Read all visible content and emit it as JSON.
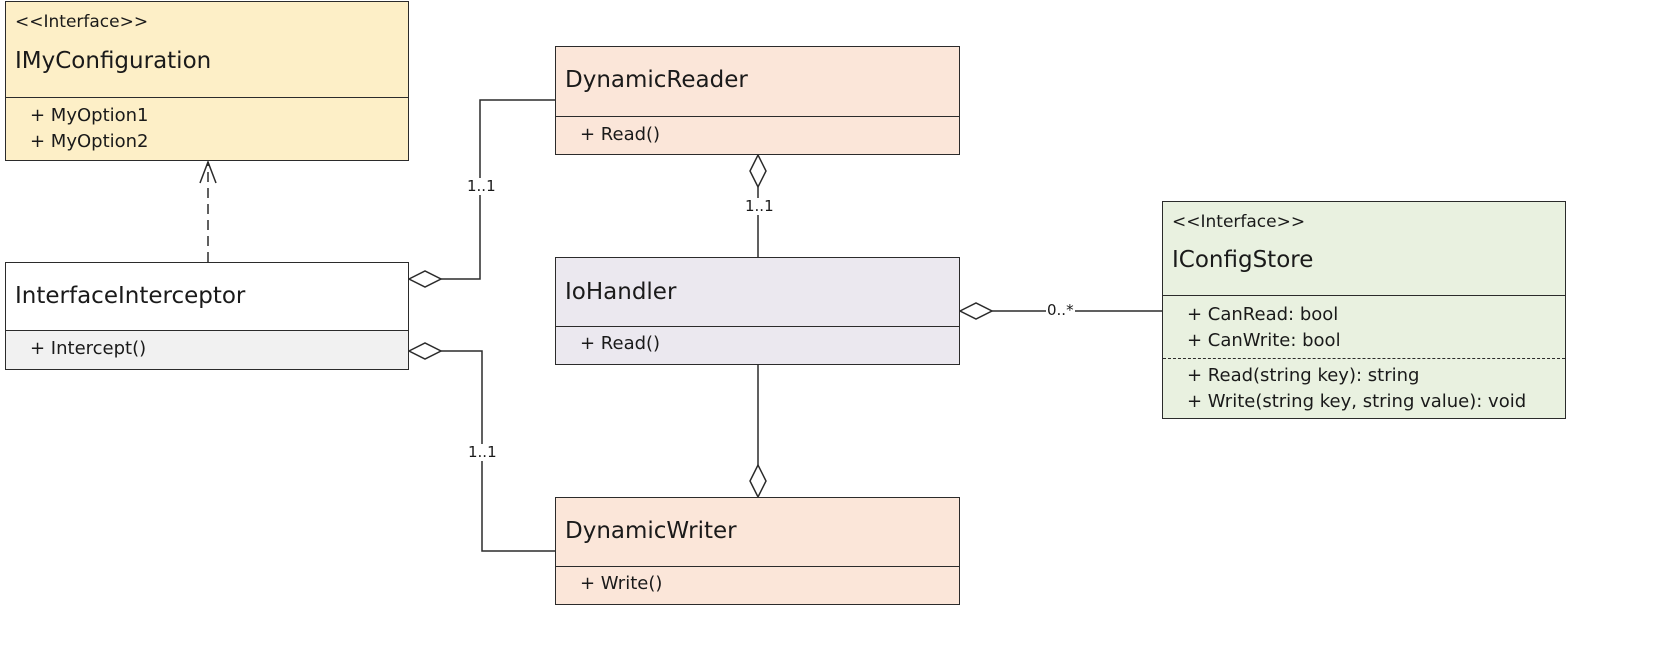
{
  "colors": {
    "interface_fill": "#fdefc7",
    "reader_writer_fill": "#fbe6d9",
    "handler_fill": "#ebe8ef",
    "store_fill": "#e9f1e0",
    "interceptor_head_fill": "#ffffff",
    "interceptor_body_fill": "#f1f1f1",
    "line_color": "#2b2b2b"
  },
  "classes": {
    "imyconfiguration": {
      "stereotype": "<<Interface>>",
      "name": "IMyConfiguration",
      "members": [
        "+ MyOption1",
        "+ MyOption2"
      ]
    },
    "interfaceinterceptor": {
      "name": "InterfaceInterceptor",
      "members": [
        "+ Intercept()"
      ]
    },
    "dynamicreader": {
      "name": "DynamicReader",
      "members": [
        "+ Read()"
      ]
    },
    "iohandler": {
      "name": "IoHandler",
      "members": [
        "+ Read()"
      ]
    },
    "dynamicwriter": {
      "name": "DynamicWriter",
      "members": [
        "+ Write()"
      ]
    },
    "iconfigstore": {
      "stereotype": "<<Interface>>",
      "name": "IConfigStore",
      "attributes": [
        "+ CanRead: bool",
        "+ CanWrite: bool"
      ],
      "operations": [
        "+ Read(string key): string",
        "+ Write(string key, string value): void"
      ]
    }
  },
  "multiplicities": {
    "interceptor_reader": "1..1",
    "reader_handler": "1..1",
    "interceptor_writer": "1..1",
    "handler_store": "0..*"
  }
}
